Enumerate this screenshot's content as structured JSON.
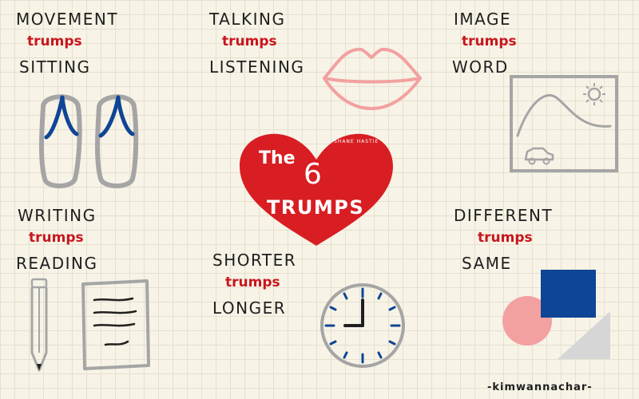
{
  "movement": {
    "top": "MOVEMENT",
    "verb": "trumps",
    "bottom": "SITTING",
    "icon": "flip-flops-icon"
  },
  "talking": {
    "top": "TALKING",
    "verb": "trumps",
    "bottom": "LISTENING",
    "icon": "lips-icon"
  },
  "image": {
    "top": "IMAGE",
    "verb": "trumps",
    "bottom": "WORD",
    "icon": "picture-frame-icon"
  },
  "writing": {
    "top": "WRITING",
    "verb": "trumps",
    "bottom": "READING",
    "icon": "pencil-and-paper-icon"
  },
  "shorter": {
    "top": "SHORTER",
    "verb": "trumps",
    "bottom": "LONGER",
    "icon": "clock-icon"
  },
  "different": {
    "top": "DIFFERENT",
    "verb": "trumps",
    "bottom": "SAME",
    "icon": "shapes-icon"
  },
  "heart": {
    "line1": "The",
    "number": "6",
    "line2": "TRUMPS",
    "credit": "SHANE HASTIE",
    "color": "#d81e23",
    "icon": "heart-icon"
  },
  "signature": "-kimwannachar-",
  "colors": {
    "accent_red": "#c8161e",
    "ink": "#1f1f1f",
    "grey": "#a5a5a5",
    "navy": "#0e4595",
    "pink": "#f3a0a0",
    "light_grey": "#d6d6d6",
    "paper": "#f7f3e6"
  }
}
